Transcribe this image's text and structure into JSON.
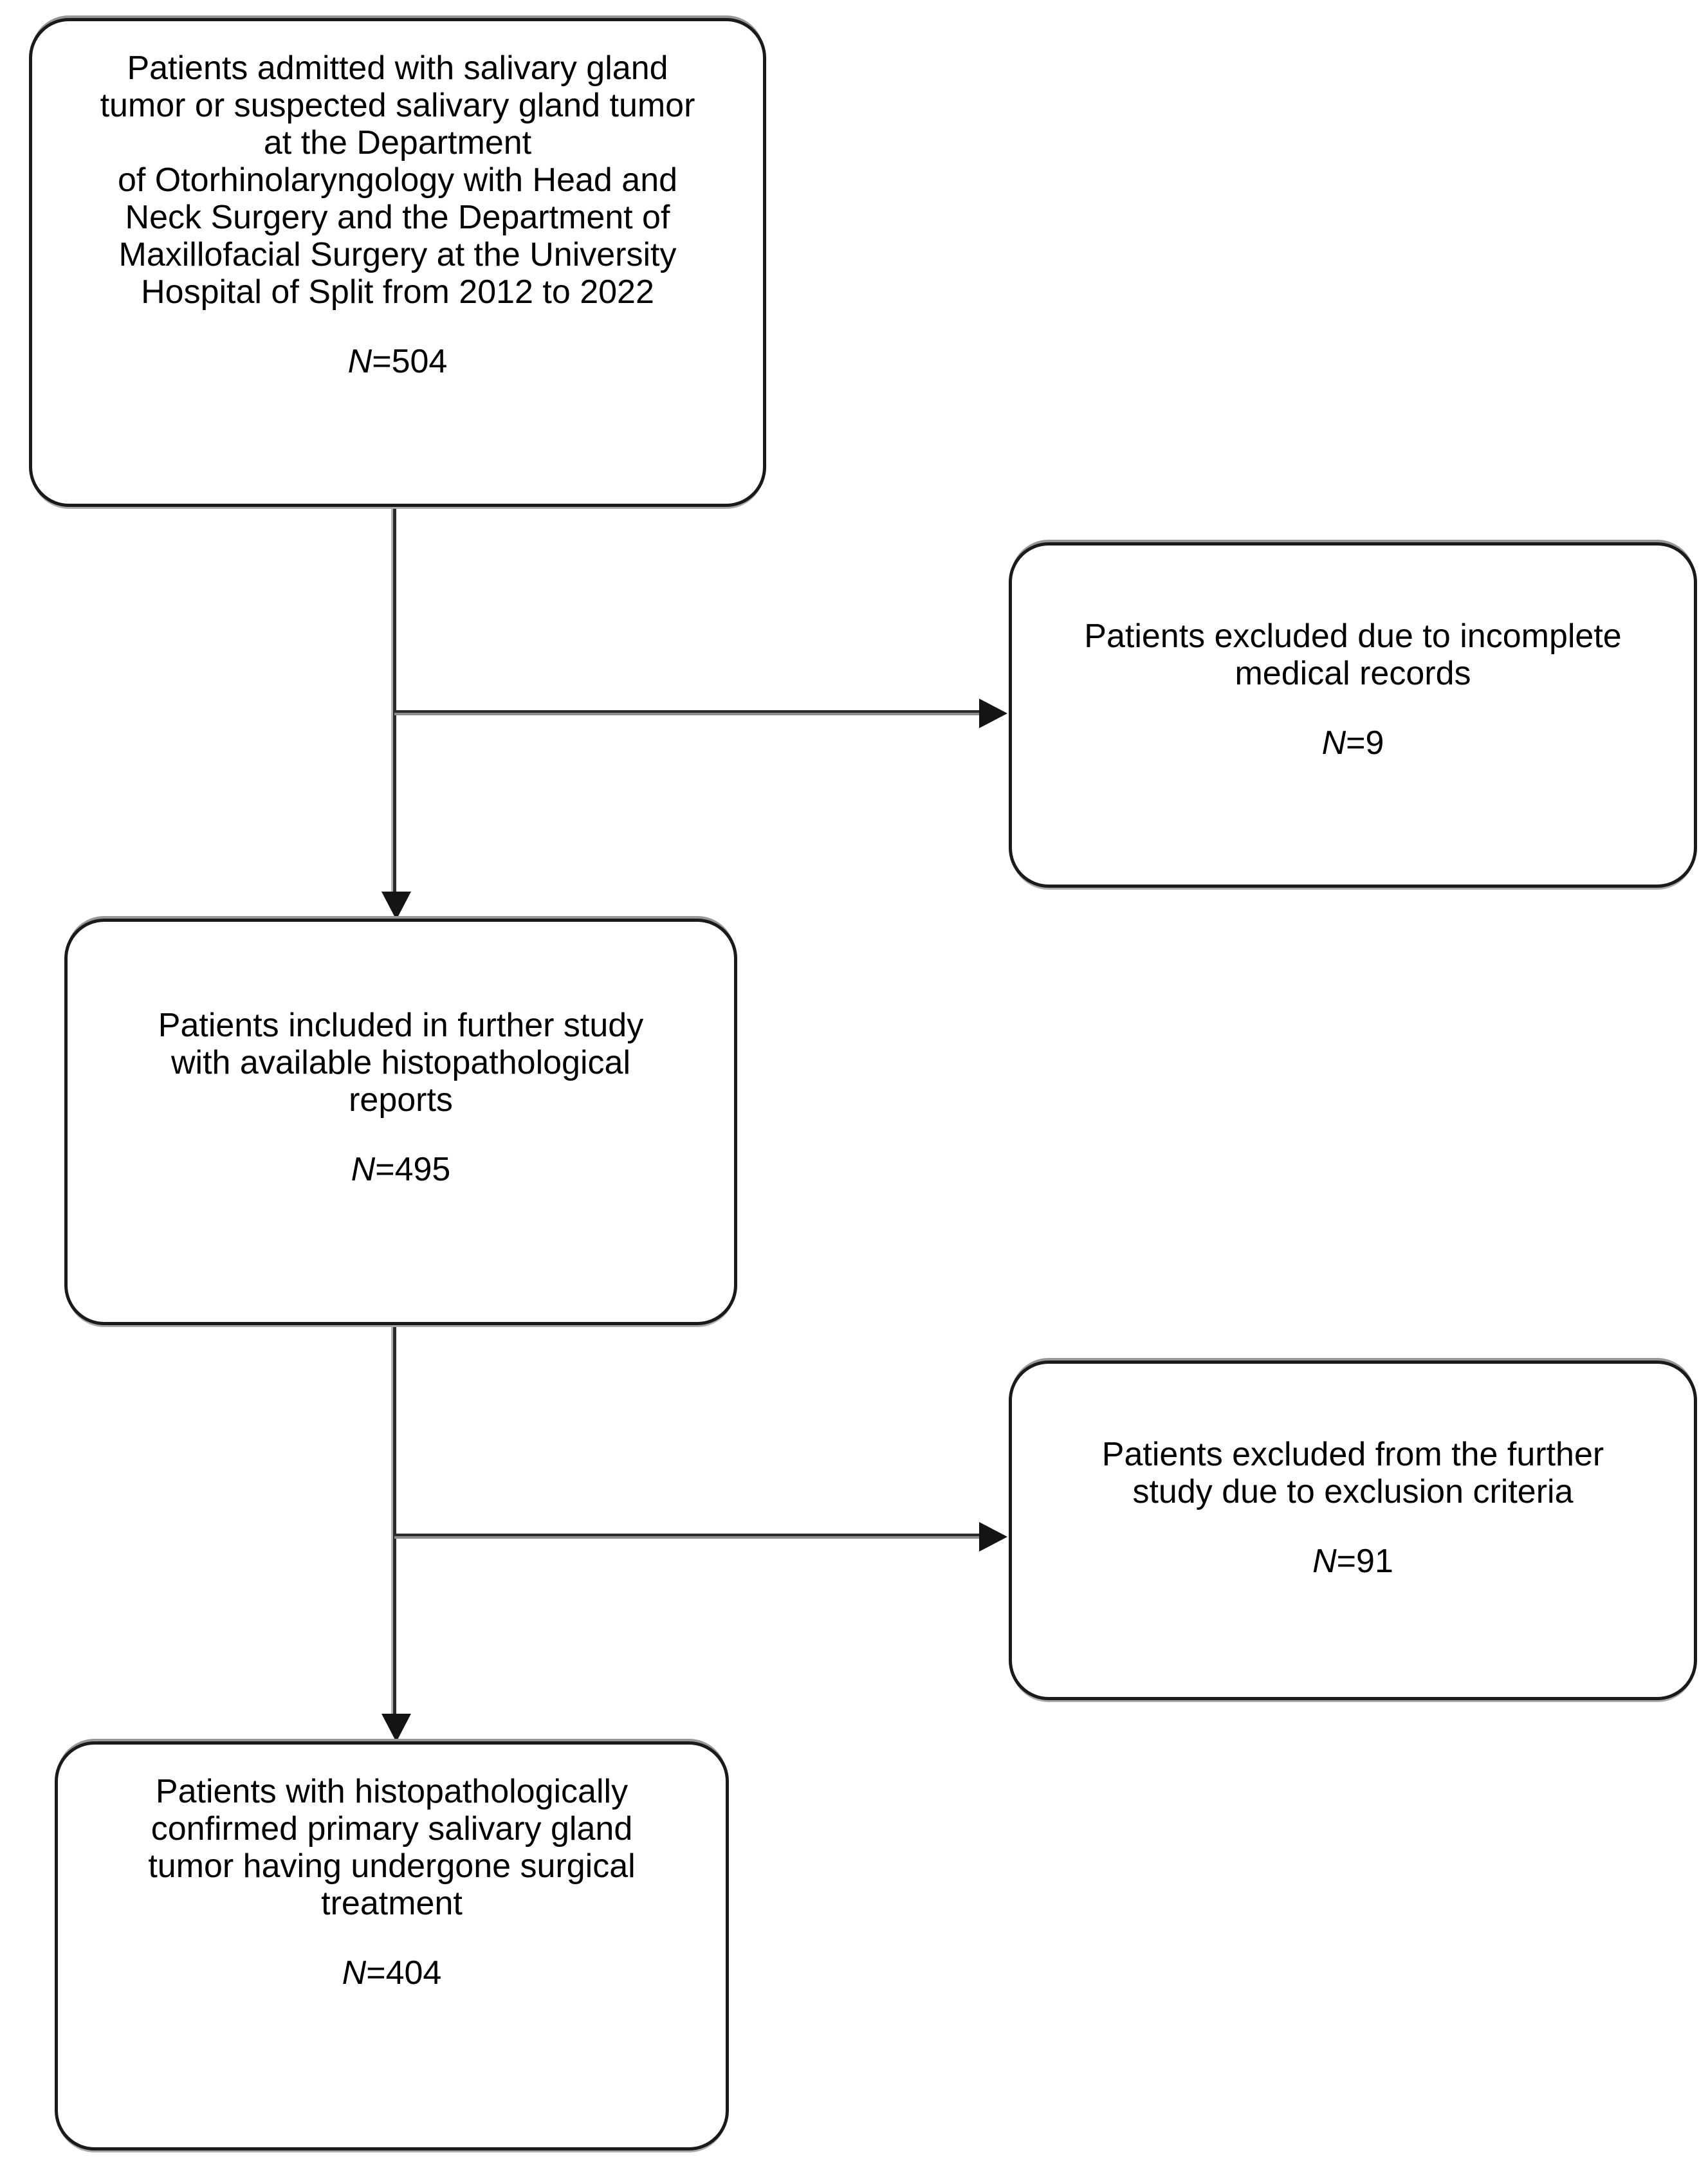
{
  "flowchart": {
    "colors": {
      "background": "#ffffff",
      "box_border": "#1a1a1a",
      "text": "#000000",
      "connector_dark": "#2b2b2b",
      "connector_shadow": "#8f8f8f"
    },
    "boxes": [
      {
        "id": "admitted-patients",
        "text": "Patients admitted with salivary gland\ntumor or suspected salivary gland tumor\nat the Department\nof Otorhinolaryngology with Head and\nNeck Surgery and the Department of\nMaxillofacial Surgery at the University\nHospital of Split from 2012 to 2022",
        "n_prefix": "N",
        "n_value": "=504"
      },
      {
        "id": "excluded-incomplete-records",
        "text": "Patients excluded due to incomplete\nmedical records",
        "n_prefix": "N",
        "n_value": "=9"
      },
      {
        "id": "included-histopathological-reports",
        "text": "Patients included in further study\nwith available histopathological\nreports",
        "n_prefix": "N",
        "n_value": "=495"
      },
      {
        "id": "excluded-exclusion-criteria",
        "text": "Patients excluded from the further\nstudy due to exclusion criteria",
        "n_prefix": "N",
        "n_value": "=91"
      },
      {
        "id": "confirmed-surgical-treatment",
        "text": "Patients with histopathologically\nconfirmed primary salivary gland\ntumor having undergone surgical\ntreatment",
        "n_prefix": "N",
        "n_value": "=404"
      }
    ]
  }
}
